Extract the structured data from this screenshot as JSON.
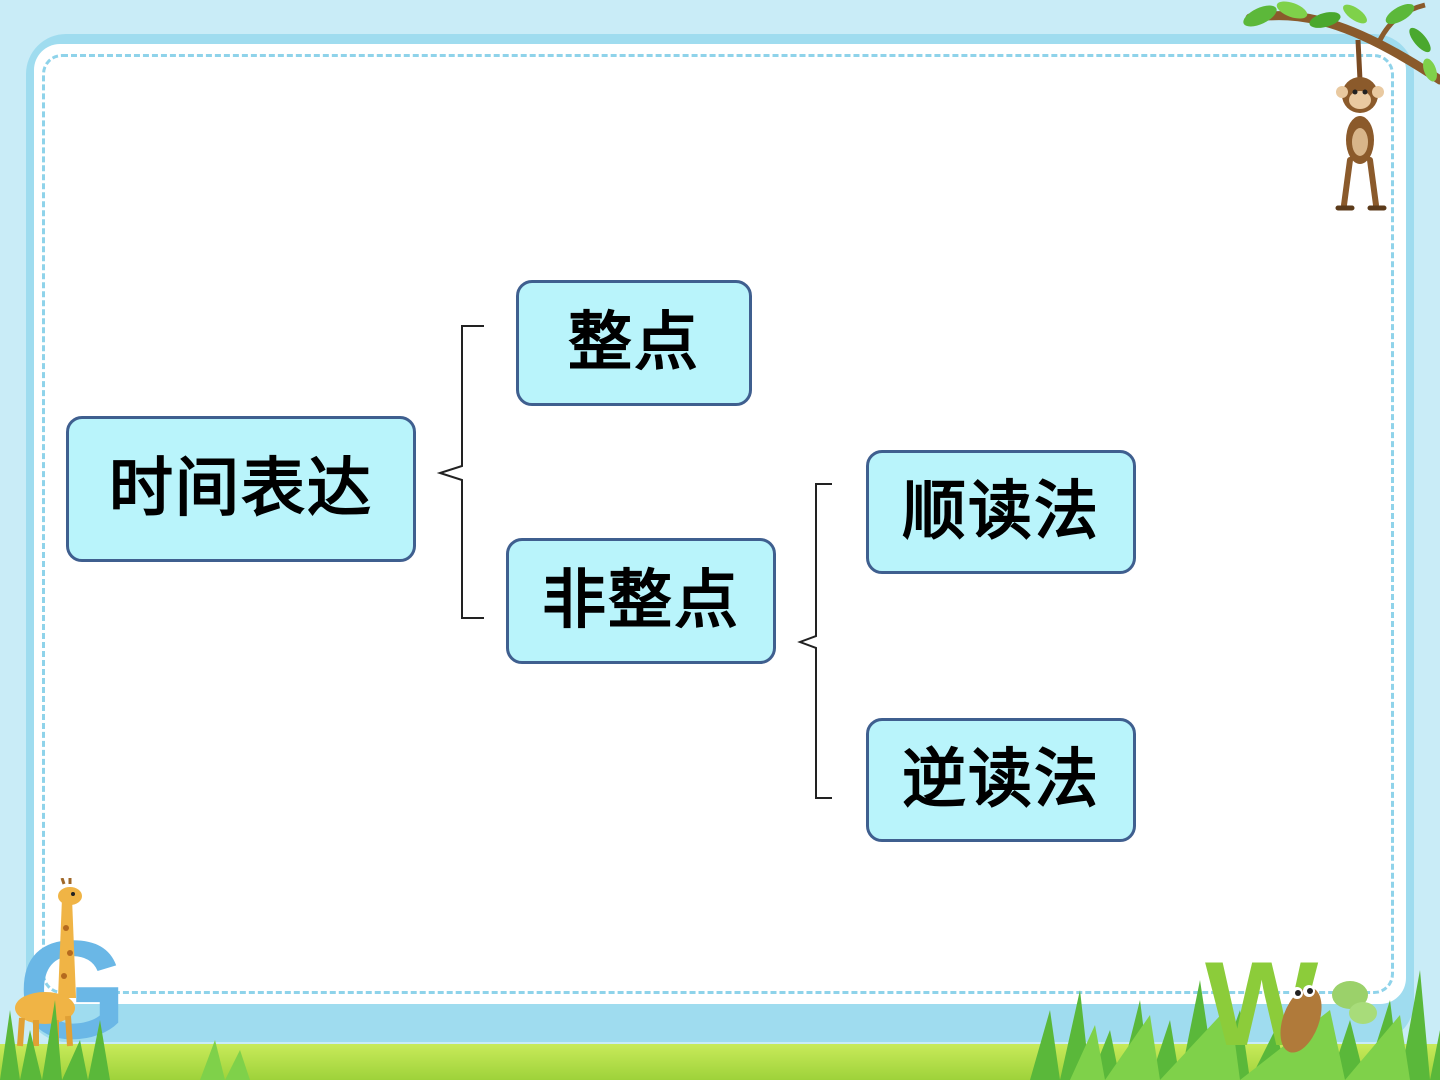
{
  "diagram": {
    "root": "时间表达",
    "whole_hour": "整点",
    "non_whole_hour": "非整点",
    "forward_reading": "顺读法",
    "reverse_reading": "逆读法"
  },
  "decor": {
    "corner_letters": [
      "G",
      "W"
    ],
    "icons": [
      "branch-leaves-icon",
      "monkey-icon",
      "giraffe-icon",
      "grass-icon",
      "snail-icon"
    ]
  }
}
